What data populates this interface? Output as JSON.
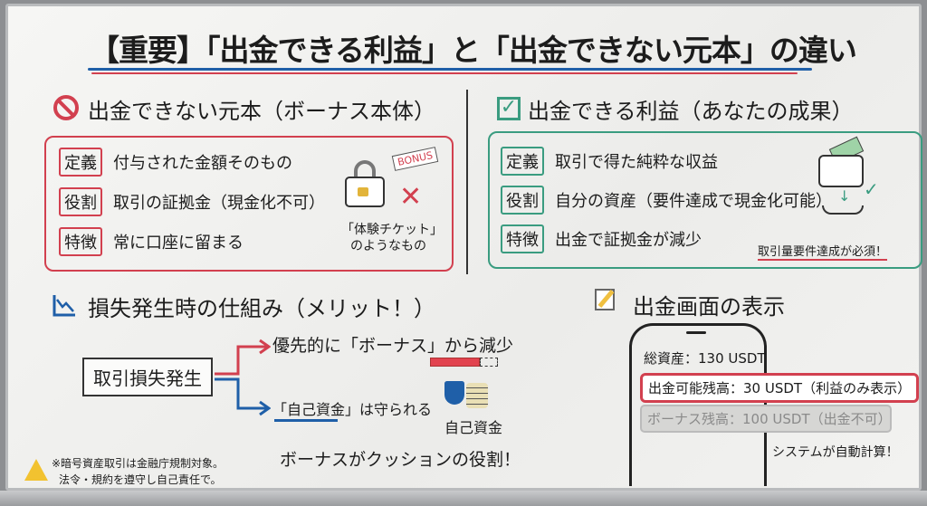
{
  "title": "【重要】「出金できる利益」と「出金できない元本」の違い",
  "left_section": {
    "heading": "出金できない元本（ボーナス本体）",
    "rows": [
      {
        "tag": "定義",
        "text": "付与された金額そのもの"
      },
      {
        "tag": "役割",
        "text": "取引の証拠金（現金化不可）"
      },
      {
        "tag": "特徴",
        "text": "常に口座に留まる"
      }
    ],
    "bonus_tag": "BONUS",
    "caption_1": "「体験チケット」",
    "caption_2": "のようなもの"
  },
  "right_section": {
    "heading": "出金できる利益（あなたの成果）",
    "rows": [
      {
        "tag": "定義",
        "text": "取引で得た純粋な収益"
      },
      {
        "tag": "役割",
        "text": "自分の資産（要件達成で現金化可能）"
      },
      {
        "tag": "特徴",
        "text": "出金で証拠金が減少"
      }
    ],
    "note": "取引量要件達成が必須！"
  },
  "loss_section": {
    "heading": "損失発生時の仕組み（メリット！）",
    "event": "取引損失発生",
    "branch_top": "優先的に「ボーナス」から減少",
    "branch_bottom": "「自己資金」は守られる",
    "shield_label": "自己資金",
    "conclusion": "ボーナスがクッションの役割！"
  },
  "warning": {
    "line1": "※暗号資産取引は金融庁規制対象。",
    "line2": "法令・規約を遵守し自己責任で。"
  },
  "withdraw_section": {
    "heading": "出金画面の表示",
    "total": "総資産：130 USDT",
    "withdrawable": "出金可能残高：30 USDT（利益のみ表示）",
    "bonus": "ボーナス残高：100 USDT（出金不可）",
    "note": "システムが自動計算！"
  },
  "colors": {
    "red": "#d2404f",
    "green": "#3a9c80",
    "blue": "#1f5fa8"
  }
}
